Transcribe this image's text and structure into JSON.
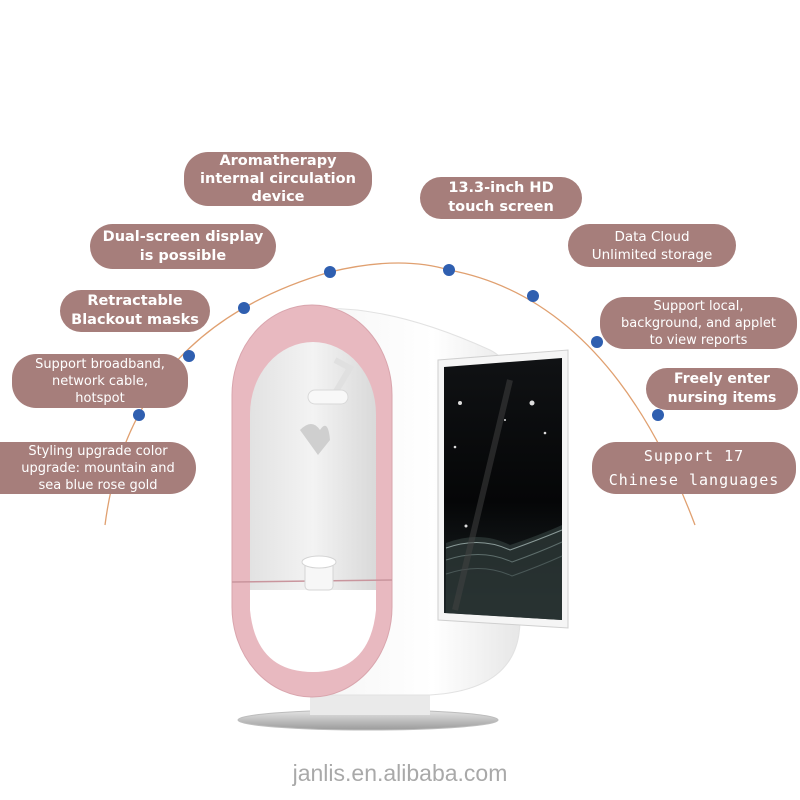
{
  "image": {
    "subject": "Skin analyzer device with feature callouts",
    "accent_color": "#a67e7b",
    "arc_color": "#e0a070",
    "dot_color": "#2f5fb0",
    "device_trim_color": "#e8b9c0"
  },
  "callouts": [
    {
      "id": "aromatherapy",
      "text": "Aromatherapy\ninternal circulation\ndevice"
    },
    {
      "id": "touch-screen",
      "text": "13.3-inch HD\ntouch screen"
    },
    {
      "id": "dual-screen",
      "text": "Dual-screen display\nis possible"
    },
    {
      "id": "data-cloud",
      "text": "Data Cloud\nUnlimited storage"
    },
    {
      "id": "blackout-masks",
      "text": "Retractable\nBlackout masks"
    },
    {
      "id": "reports",
      "text": "Support local,\nbackground, and applet\nto view reports"
    },
    {
      "id": "network",
      "text": "Support broadband,\nnetwork cable,\nhotspot"
    },
    {
      "id": "nursing-items",
      "text": "Freely enter\nnursing items"
    },
    {
      "id": "styling-upgrade",
      "text": "Styling upgrade  color\nupgrade: mountain and\nsea blue  rose gold"
    },
    {
      "id": "languages",
      "text": "Support 17\nChinese languages"
    }
  ],
  "footer": {
    "watermark": "janlis.en.alibaba.com"
  }
}
